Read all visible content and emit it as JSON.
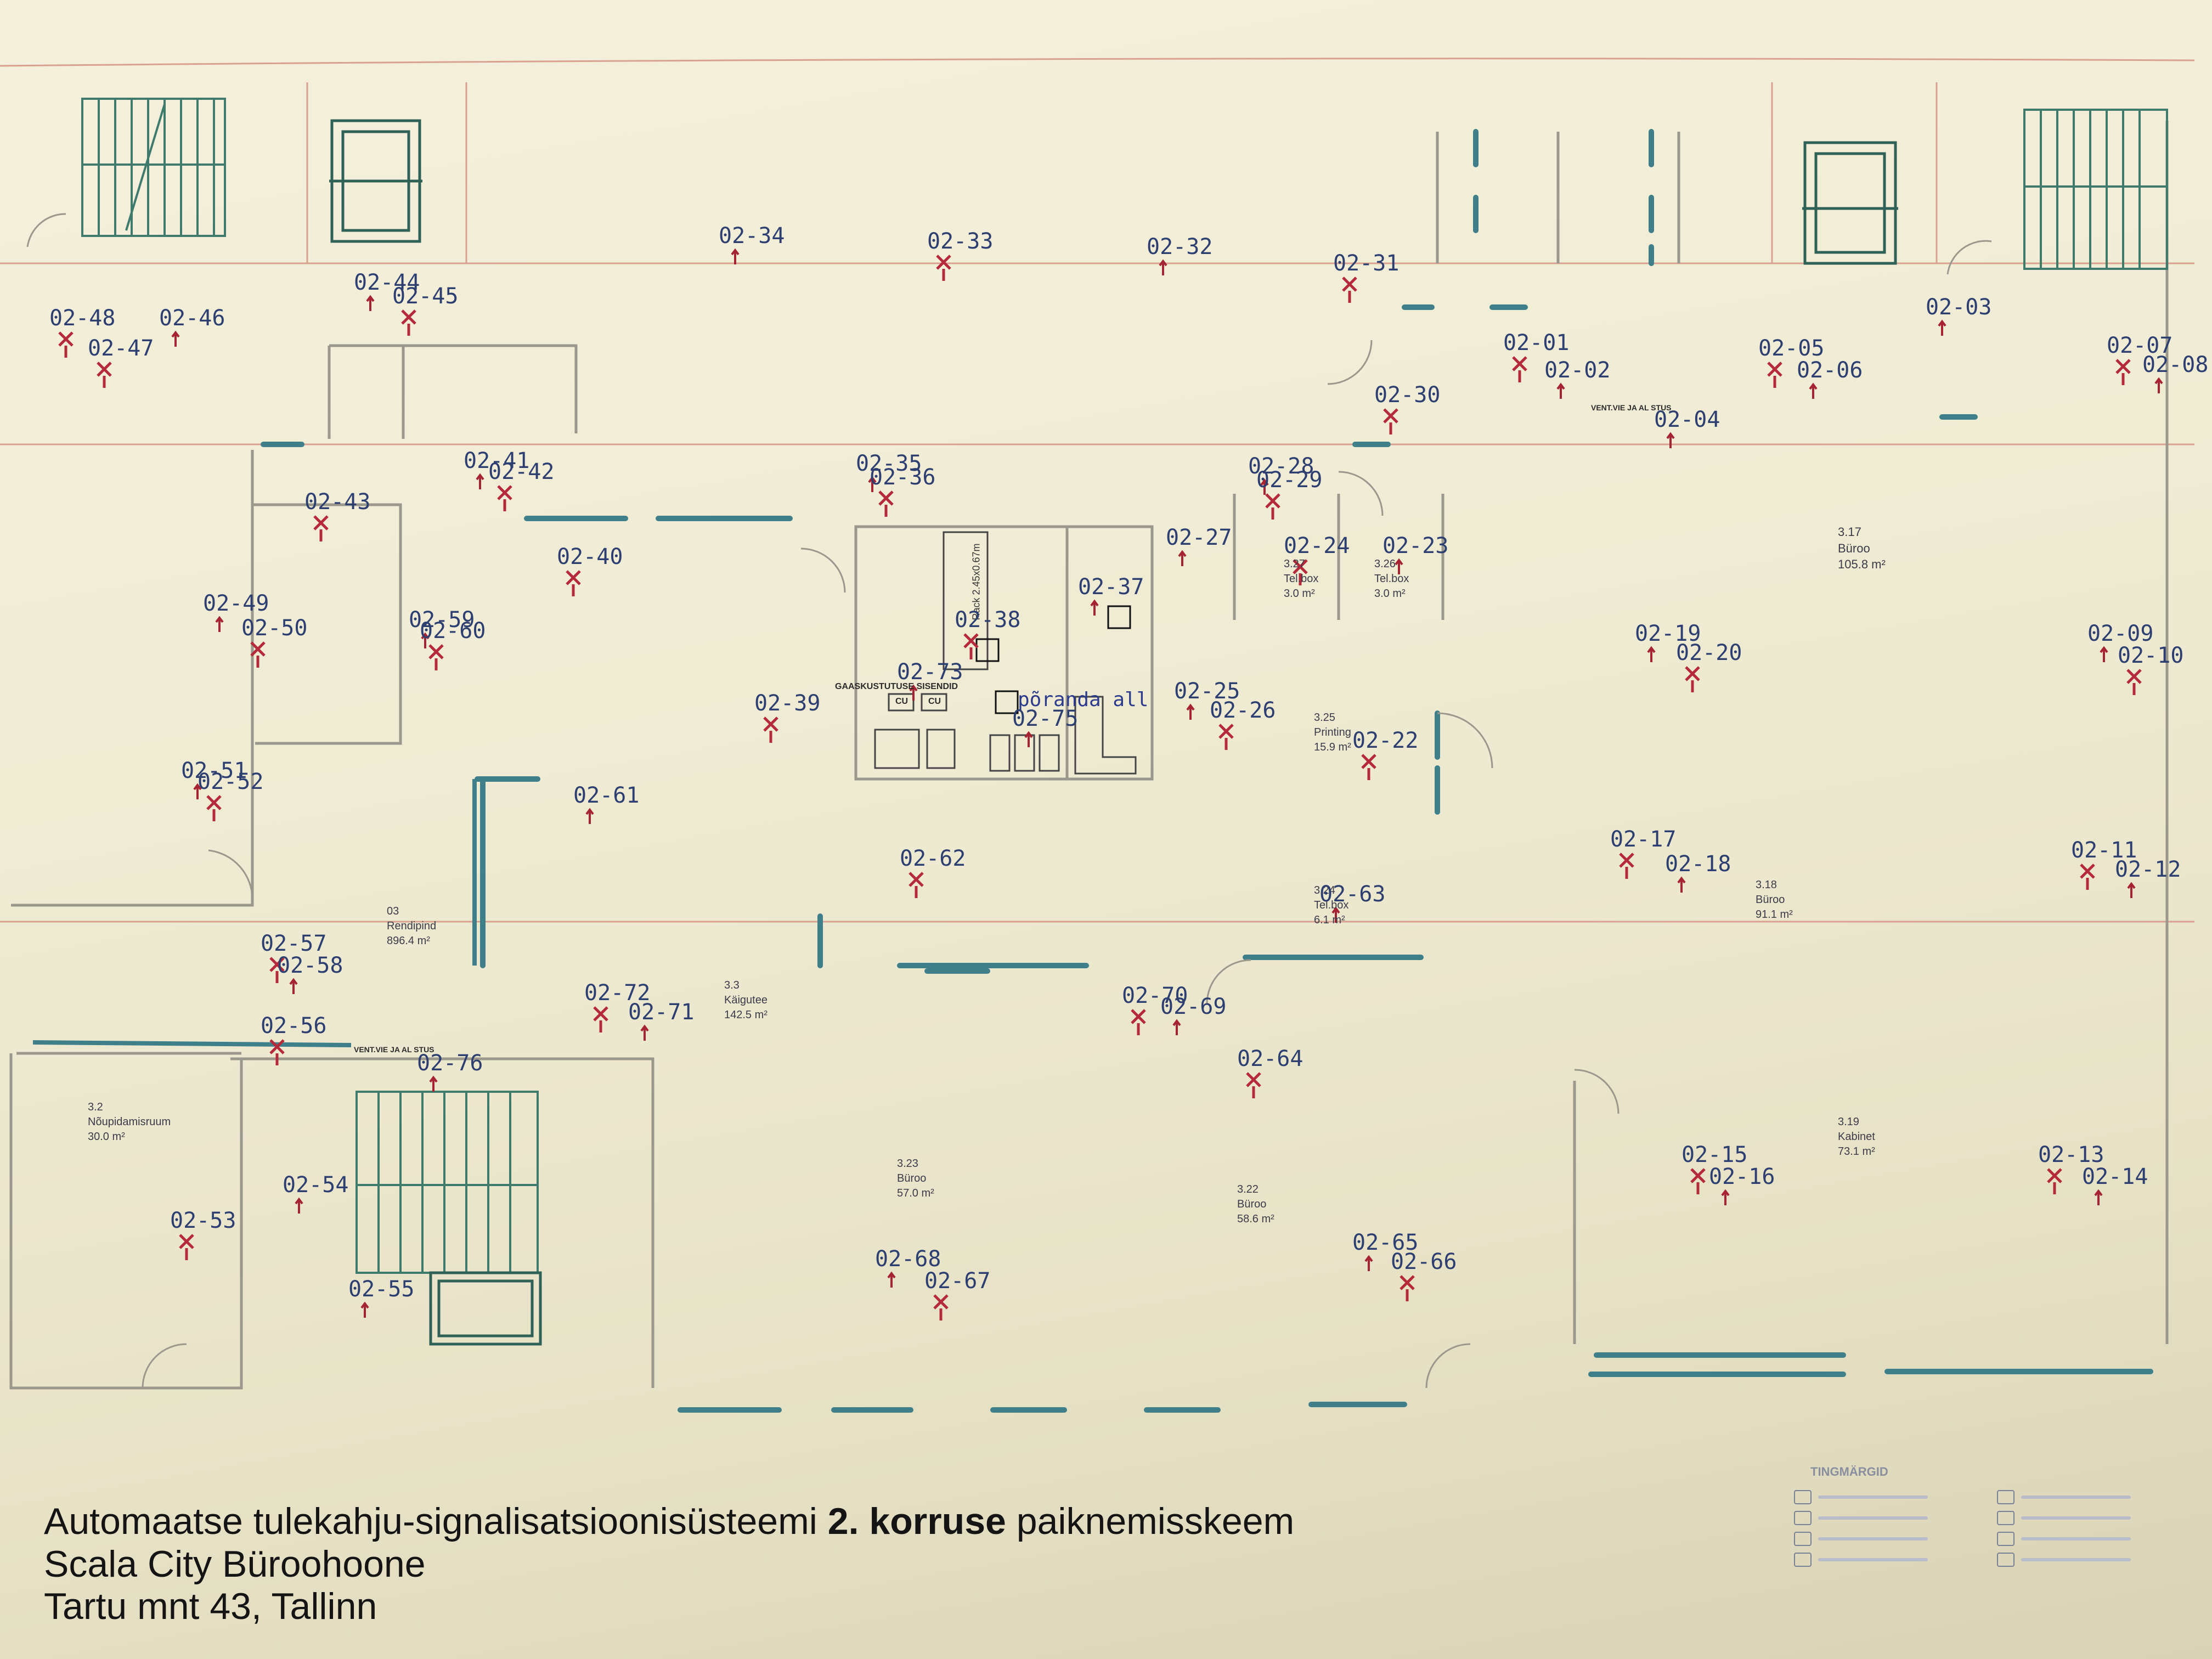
{
  "title": {
    "line1_pre": "Automaatse tulekahju-signalisatsioonisüsteemi",
    "line1_bold": "2. korruse",
    "line1_post": "paiknemisskeem",
    "line2": "Scala City Büroohoone",
    "line3": "Tartu mnt 43, Tallinn"
  },
  "legend_title": "TINGMÄRGID",
  "notes": {
    "rack": "Rack\n2.45x0.67m",
    "gas_extinguish": "GAASKUSTUTUSE SISENDID",
    "cu": "CU",
    "floor_below": "põrandа all",
    "vent_1": "VENT.VIE JA AL STUS",
    "vent_2": "VENT.VIE JA AL STUS"
  },
  "rooms": [
    {
      "id": "r317",
      "text": "3.17\nBüroo\n105.8 m²"
    },
    {
      "id": "r327",
      "text": "3.27\nTel.box\n3.0 m²"
    },
    {
      "id": "r326",
      "text": "3.26\nTel.box\n3.0 m²"
    },
    {
      "id": "r325",
      "text": "3.25\nPrinting\n15.9 m²"
    },
    {
      "id": "r324",
      "text": "3.24\nTel.box\n6.1 m²"
    },
    {
      "id": "r318",
      "text": "3.18\nBüroo\n91.1 m²"
    },
    {
      "id": "r33",
      "text": "3.3\nKäigutee\n142.5 m²"
    },
    {
      "id": "r3",
      "text": "03\nRendipind\n896.4 m²"
    },
    {
      "id": "r32",
      "text": "3.2\nNõupidamisruum\n30.0 m²"
    },
    {
      "id": "r323",
      "text": "3.23\nBüroo\n57.0 m²"
    },
    {
      "id": "r322",
      "text": "3.22\nBüroo\n58.6 m²"
    },
    {
      "id": "r319",
      "text": "3.19\nKabinet\n73.1 m²"
    }
  ],
  "detectors": [
    {
      "id": "02-48"
    },
    {
      "id": "02-46"
    },
    {
      "id": "02-47"
    },
    {
      "id": "02-44"
    },
    {
      "id": "02-45"
    },
    {
      "id": "02-34"
    },
    {
      "id": "02-33"
    },
    {
      "id": "02-32"
    },
    {
      "id": "02-31"
    },
    {
      "id": "02-03"
    },
    {
      "id": "02-01"
    },
    {
      "id": "02-02"
    },
    {
      "id": "02-05"
    },
    {
      "id": "02-06"
    },
    {
      "id": "02-07"
    },
    {
      "id": "02-08"
    },
    {
      "id": "02-30"
    },
    {
      "id": "02-04"
    },
    {
      "id": "02-43"
    },
    {
      "id": "02-41"
    },
    {
      "id": "02-42"
    },
    {
      "id": "02-35"
    },
    {
      "id": "02-36"
    },
    {
      "id": "02-28"
    },
    {
      "id": "02-29"
    },
    {
      "id": "02-27"
    },
    {
      "id": "02-24"
    },
    {
      "id": "02-23"
    },
    {
      "id": "02-40"
    },
    {
      "id": "02-37"
    },
    {
      "id": "02-38"
    },
    {
      "id": "02-49"
    },
    {
      "id": "02-50"
    },
    {
      "id": "02-59"
    },
    {
      "id": "02-60"
    },
    {
      "id": "02-19"
    },
    {
      "id": "02-20"
    },
    {
      "id": "02-09"
    },
    {
      "id": "02-10"
    },
    {
      "id": "02-73"
    },
    {
      "id": "02-39"
    },
    {
      "id": "02-25"
    },
    {
      "id": "02-26"
    },
    {
      "id": "02-75"
    },
    {
      "id": "02-22"
    },
    {
      "id": "02-51"
    },
    {
      "id": "02-52"
    },
    {
      "id": "02-61"
    },
    {
      "id": "02-17"
    },
    {
      "id": "02-18"
    },
    {
      "id": "02-11"
    },
    {
      "id": "02-12"
    },
    {
      "id": "02-62"
    },
    {
      "id": "02-63"
    },
    {
      "id": "02-57"
    },
    {
      "id": "02-58"
    },
    {
      "id": "02-72"
    },
    {
      "id": "02-71"
    },
    {
      "id": "02-70"
    },
    {
      "id": "02-69"
    },
    {
      "id": "02-56"
    },
    {
      "id": "02-76"
    },
    {
      "id": "02-64"
    },
    {
      "id": "02-54"
    },
    {
      "id": "02-15"
    },
    {
      "id": "02-16"
    },
    {
      "id": "02-13"
    },
    {
      "id": "02-14"
    },
    {
      "id": "02-53"
    },
    {
      "id": "02-65"
    },
    {
      "id": "02-66"
    },
    {
      "id": "02-68"
    },
    {
      "id": "02-67"
    },
    {
      "id": "02-55"
    }
  ]
}
